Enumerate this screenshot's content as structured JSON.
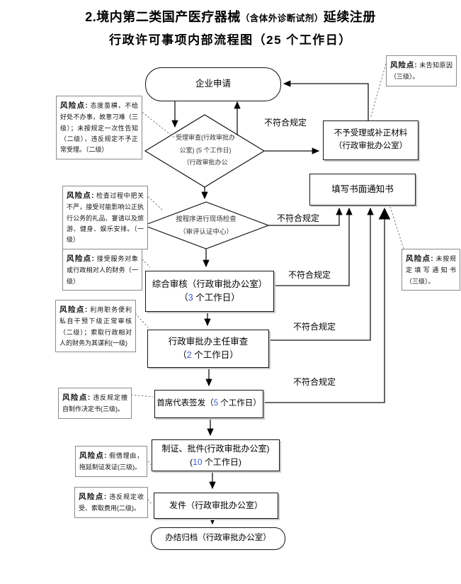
{
  "title": {
    "line1_main": "2.境内第二类国产医疗器械",
    "line1_paren": "（含体外诊断试剂）",
    "line1_tail": "延续注册",
    "line2": "行政许可事项内部流程图（25 个工作日）"
  },
  "labels": {
    "noncompliant": "不符合规定",
    "risk": "风险点:"
  },
  "flow": {
    "start": "企业申请",
    "accept_check_l1": "受理审查(行政审批办",
    "accept_check_l2": "公室) (5 个工作日)",
    "accept_check_l3": "（行政审批办公",
    "site_check_l1": "按程序进行现场检查",
    "site_check_l2": "（审评认证中心）",
    "reject_l1": "不予受理或补正材料",
    "reject_l2": "（行政审批办公室）",
    "notify": "填写书面通知书",
    "review_l1": "综合审核（行政审批办公室）",
    "review_pre": "（",
    "review_num": "3",
    "review_suf": " 个工作日）",
    "director_l1": "行政审批办主任审查",
    "director_pre": "（",
    "director_num": "2",
    "director_suf": " 个工作日）",
    "chief_pre": "首席代表签发（",
    "chief_num": "5",
    "chief_suf": " 个工作日）",
    "certify_l1": "制证、批件(行政审批办公室)",
    "certify_pre": "(",
    "certify_num": "10",
    "certify_suf": " 个工作日)",
    "send": "发件（行政审批办公室）",
    "archive": "办结归档（行政审批办公室）"
  },
  "risks": [
    "未告知原因（三级）。",
    "态度蛮横，不给好处不办事，故意刁难（三级）；未按规定一次性告知（二级），违反规定不予正常受理。（二级）",
    "检查过程中把关不严，接受可能影响公正执行公务的礼品、宴请以及旅游、健身、娱乐安排。（一级）",
    "接受服务对象或行政相对人的财务（一级）",
    "利用职务便利私自干预下级正常审核（二级）；索取行政相对人的财务为其谋利(一级)",
    "违反规定擅自制作决定书(三级)。",
    "假借理由，拖延制证发证(三级)。",
    "违反规定收受、索取费用(二级)。",
    "未按规定填写通知书（三级）。"
  ],
  "colors": {
    "number_accent": "#3c5bc0",
    "risk_border": "#8a8a8a",
    "line": "#000000"
  }
}
